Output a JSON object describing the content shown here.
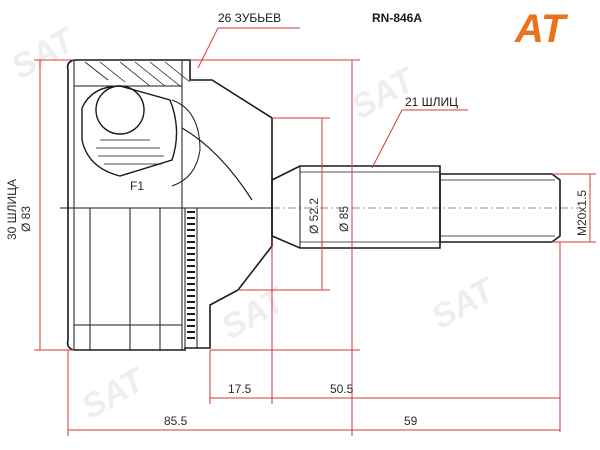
{
  "part_number": "RN-846A",
  "brand": {
    "logo_text": "AT",
    "color": "#e8731a",
    "watermark_text": "SAT"
  },
  "labels": {
    "teeth": "26 ЗУБЬЕВ",
    "outer_splines": "21 ШЛИЦ",
    "inner_splines": "30 ШЛИЦА",
    "outer_diameter": "Ø 83",
    "flange_diameter": "Ø 85",
    "seat_diameter": "Ø 52.2",
    "thread": "M20x1.5",
    "f1": "F1",
    "dim_17_5": "17.5",
    "dim_50_5": "50.5",
    "dim_85_5": "85.5",
    "dim_59": "59"
  },
  "colors": {
    "line": "#1a1a1a",
    "dimension": "#d23a3a"
  }
}
